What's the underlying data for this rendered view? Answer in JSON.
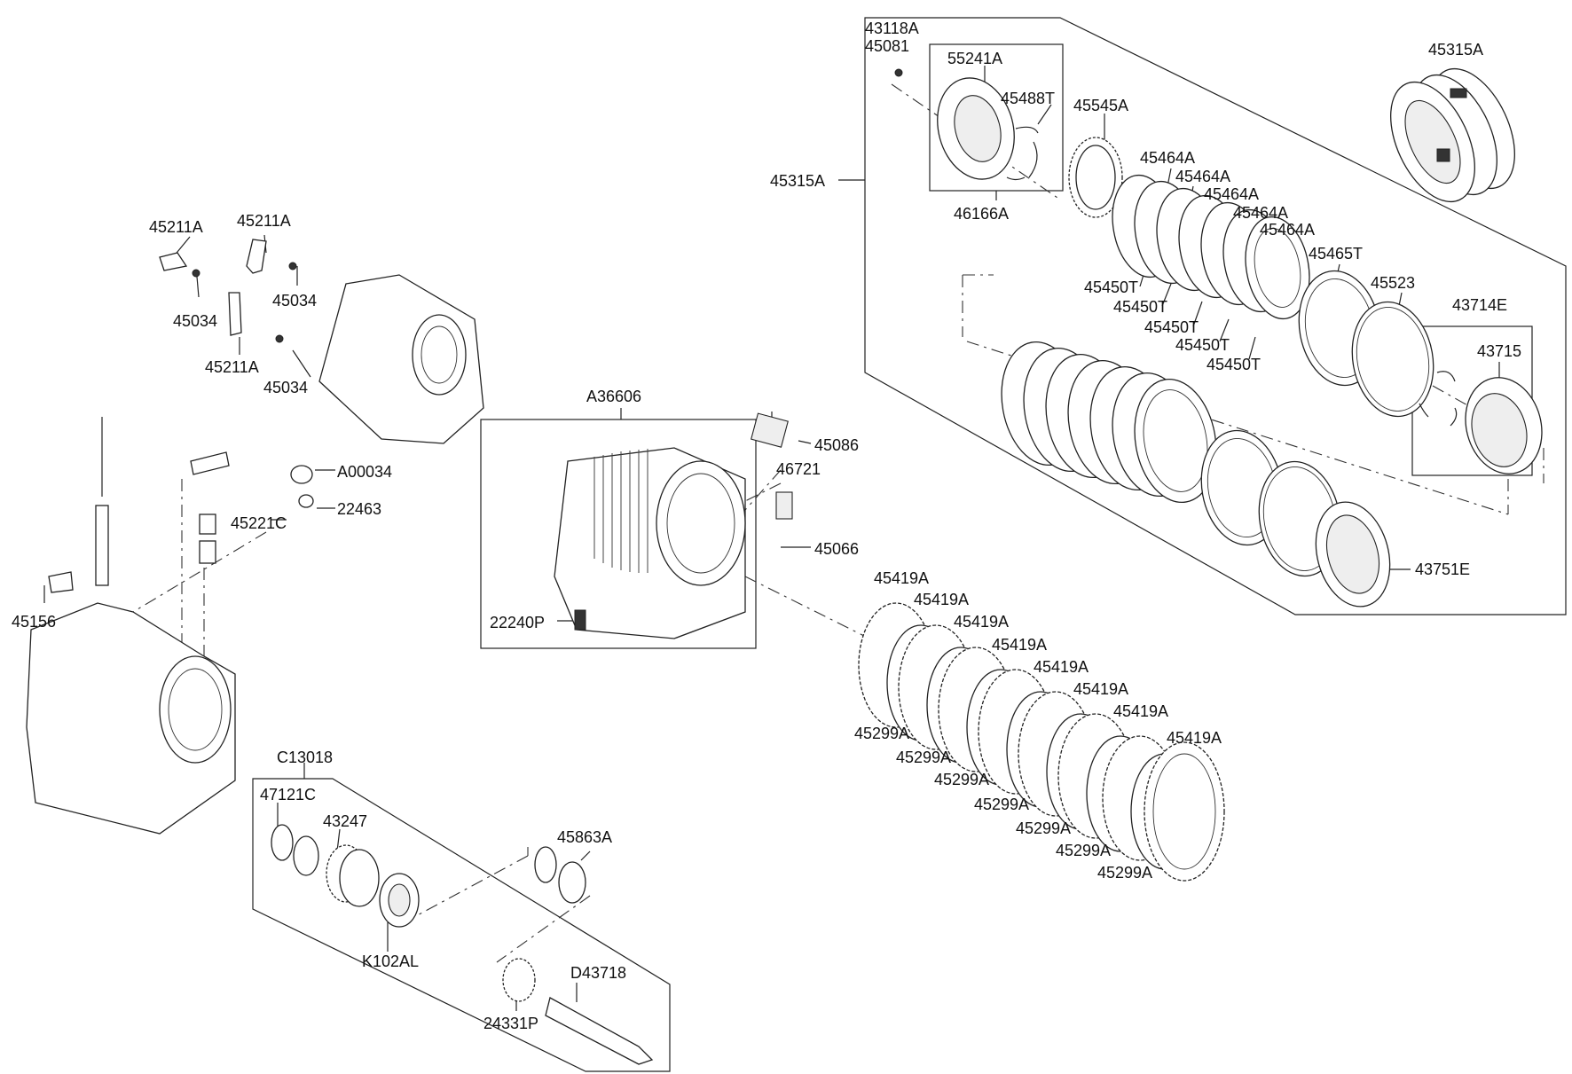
{
  "labels": {
    "l_43118A": "43118A",
    "l_45081": "45081",
    "l_55241A": "55241A",
    "l_45488T": "45488T",
    "l_45545A": "45545A",
    "l_45315A_top": "45315A",
    "l_45315A_left": "45315A",
    "l_46166A": "46166A",
    "l_45464A_1": "45464A",
    "l_45464A_2": "45464A",
    "l_45464A_3": "45464A",
    "l_45464A_4": "45464A",
    "l_45464A_5": "45464A",
    "l_45465T": "45465T",
    "l_45523": "45523",
    "l_43714E": "43714E",
    "l_43715": "43715",
    "l_45450T_1": "45450T",
    "l_45450T_2": "45450T",
    "l_45450T_3": "45450T",
    "l_45450T_4": "45450T",
    "l_45450T_5": "45450T",
    "l_43751E": "43751E",
    "l_45211A_1": "45211A",
    "l_45211A_2": "45211A",
    "l_45211A_3": "45211A",
    "l_45034_1": "45034",
    "l_45034_2": "45034",
    "l_45034_3": "45034",
    "l_A36606": "A36606",
    "l_45086": "45086",
    "l_46721": "46721",
    "l_45066": "45066",
    "l_A00034": "A00034",
    "l_22463": "22463",
    "l_45221C": "45221C",
    "l_45156": "45156",
    "l_22240P": "22240P",
    "l_45419A_1": "45419A",
    "l_45419A_2": "45419A",
    "l_45419A_3": "45419A",
    "l_45419A_4": "45419A",
    "l_45419A_5": "45419A",
    "l_45419A_6": "45419A",
    "l_45419A_7": "45419A",
    "l_45419A_8": "45419A",
    "l_45299A_1": "45299A",
    "l_45299A_2": "45299A",
    "l_45299A_3": "45299A",
    "l_45299A_4": "45299A",
    "l_45299A_5": "45299A",
    "l_45299A_6": "45299A",
    "l_45299A_7": "45299A",
    "l_C13018": "C13018",
    "l_47121C": "47121C",
    "l_43247": "43247",
    "l_45863A": "45863A",
    "l_K102AL": "K102AL",
    "l_D43718": "D43718",
    "l_24331P": "24331P"
  },
  "colors": {
    "line": "#222222",
    "background": "#ffffff"
  }
}
